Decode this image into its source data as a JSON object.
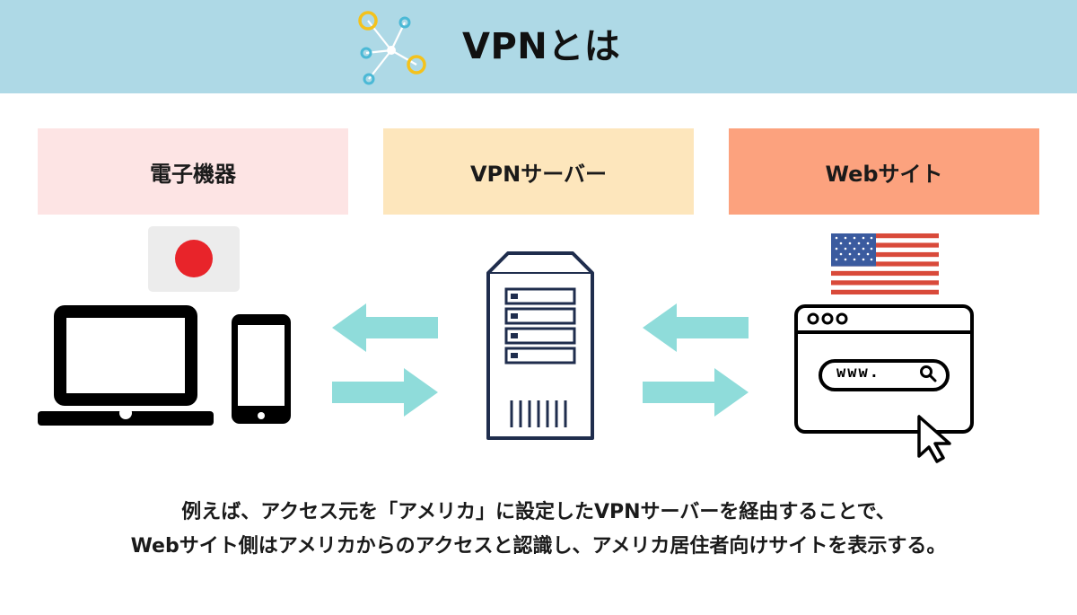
{
  "title": "VPNとは",
  "columns": [
    {
      "label": "電子機器",
      "color": "#fde4e4"
    },
    {
      "label": "VPNサーバー",
      "color": "#fde6bc"
    },
    {
      "label": "Webサイト",
      "color": "#fca27e"
    }
  ],
  "icons": {
    "header": "network-nodes-icon",
    "flag_left": "japan-flag-icon",
    "flag_right": "usa-flag-icon",
    "device_1": "laptop-icon",
    "device_2": "smartphone-icon",
    "server": "server-icon",
    "website": "browser-window-icon",
    "search": "search-icon",
    "cursor": "cursor-arrow-icon",
    "arrows": "arrow-icon"
  },
  "browser": {
    "url_text": "www."
  },
  "caption": {
    "line1": "例えば、アクセス元を「アメリカ」に設定したVPNサーバーを経由することで、",
    "line2": "Webサイト側はアメリカからのアクセスと認識し、アメリカ居住者向けサイトを表示する。"
  },
  "colors": {
    "header_bg": "#aed9e6",
    "arrow": "#8fdcda",
    "server_outline": "#1f2d4d",
    "japan_red": "#e8242a",
    "us_red": "#d94a3a",
    "us_blue": "#3b5b9f",
    "node_yellow": "#f4c21c",
    "node_blue": "#4bb9d6"
  }
}
